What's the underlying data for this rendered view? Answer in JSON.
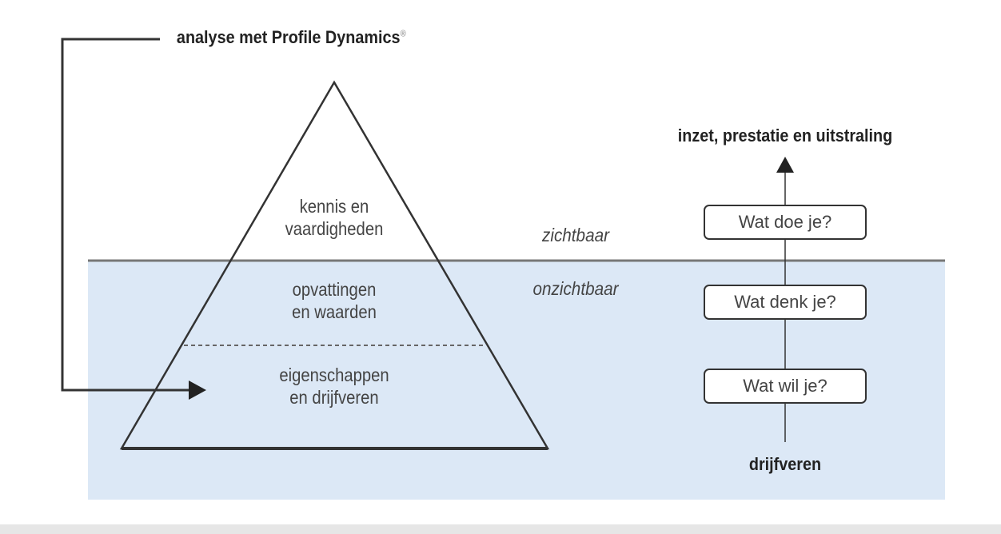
{
  "title": "analyse met Profile Dynamics",
  "registered_mark": "®",
  "pyramid": {
    "top": [
      "kennis en",
      "vaardigheden"
    ],
    "middle": [
      "opvattingen",
      "en waarden"
    ],
    "bottom": [
      "eigenschappen",
      "en drijfveren"
    ]
  },
  "zones": {
    "visible": "zichtbaar",
    "invisible": "onzichtbaar"
  },
  "flow": {
    "top_label": "inzet, prestatie en uitstraling",
    "boxes": [
      "Wat doe je?",
      "Wat denk je?",
      "Wat wil je?"
    ],
    "bottom_label": "drijfveren"
  },
  "colors": {
    "water": "#dce8f6",
    "line": "#333333"
  }
}
